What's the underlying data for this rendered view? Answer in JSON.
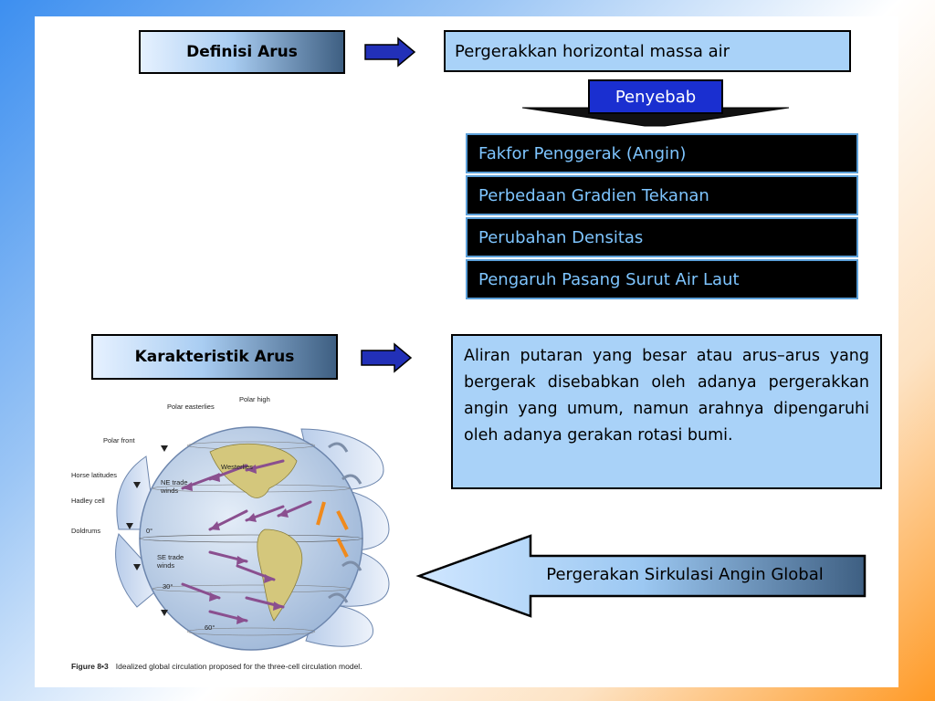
{
  "definisi": {
    "label": "Definisi Arus",
    "text": "Pergerakkan horizontal massa air"
  },
  "penyebab": {
    "label": "Penyebab",
    "items": [
      "Fakfor Penggerak (Angin)",
      "Perbedaan Gradien Tekanan",
      "Perubahan Densitas",
      "Pengaruh Pasang Surut Air Laut"
    ]
  },
  "karakteristik": {
    "label": "Karakteristik Arus",
    "text": "Aliran putaran yang besar atau arus–arus yang bergerak disebabkan oleh adanya pergerakkan angin yang umum, namun arahnya dipengaruhi oleh adanya gerakan rotasi bumi."
  },
  "global_arrow_label": "Pergerakan Sirkulasi Angin Global",
  "figure": {
    "labels": {
      "polar_high": "Polar high",
      "polar_easterlies": "Polar easterlies",
      "polar_front": "Polar front",
      "horse_latitudes": "Horse latitudes",
      "hadley_cell": "Hadley cell",
      "doldrums": "Doldrums",
      "ne_trade_winds": "NE trade winds",
      "se_trade_winds": "SE trade winds",
      "westerlies": "Westerlies",
      "equator": "0°",
      "lat30": "30°",
      "lat60": "60°"
    },
    "caption_number": "Figure 8•3",
    "caption_text": "Idealized global circulation proposed for the three-cell circulation model."
  }
}
